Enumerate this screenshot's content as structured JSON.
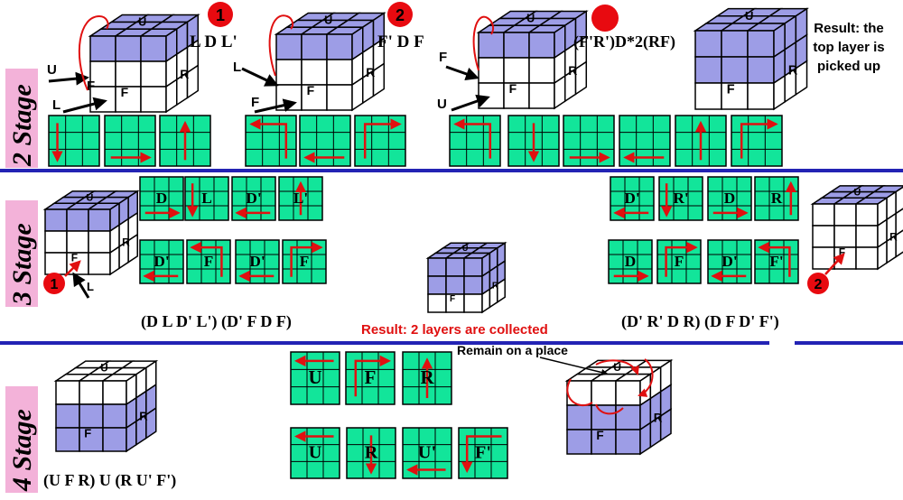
{
  "colors": {
    "tile_green": "#12e59a",
    "arrow_red": "#e01010",
    "cube_purple": "#9d9de6",
    "divider_blue": "#2323b4",
    "stage_pink": "#f3b2d9",
    "badge_red": "#e80a10"
  },
  "stages": [
    {
      "label": "2 Stage"
    },
    {
      "label": "3 Stage"
    },
    {
      "label": "4 Stage"
    }
  ],
  "stage2": {
    "steps": [
      {
        "badge": "1",
        "formula": "L D L'"
      },
      {
        "badge": "2",
        "formula": "F' D F"
      },
      {
        "badge": "",
        "formula": "(F'R')D*2(RF)"
      }
    ],
    "result": "Result: the top layer is picked up",
    "pointer_labels": [
      "U",
      "F",
      "L",
      "L",
      "F",
      "F",
      "U"
    ],
    "face_labels": {
      "front": "F",
      "right": "R",
      "up": "U"
    }
  },
  "stage3": {
    "tile_labels_left_row1": [
      "D",
      "L",
      "D'",
      "L'"
    ],
    "tile_labels_left_row2": [
      "D'",
      "F",
      "D'",
      "F"
    ],
    "tile_labels_right_row1": [
      "D'",
      "R'",
      "D",
      "R"
    ],
    "tile_labels_right_row2": [
      "D",
      "F",
      "D'",
      "F'"
    ],
    "formula_left": "(D L D' L')  (D' F D F)",
    "formula_right": "(D' R' D R)  (D F D' F')",
    "result": "Result: 2 layers are collected",
    "badges": [
      "1",
      "2"
    ],
    "pointer_label": "L"
  },
  "stage4": {
    "tile_labels_row1": [
      "U",
      "F",
      "R"
    ],
    "tile_labels_row2": [
      "U",
      "R",
      "U'",
      "F'"
    ],
    "formula": "(U F R) U (R U' F')",
    "note": "Remain on a place"
  }
}
